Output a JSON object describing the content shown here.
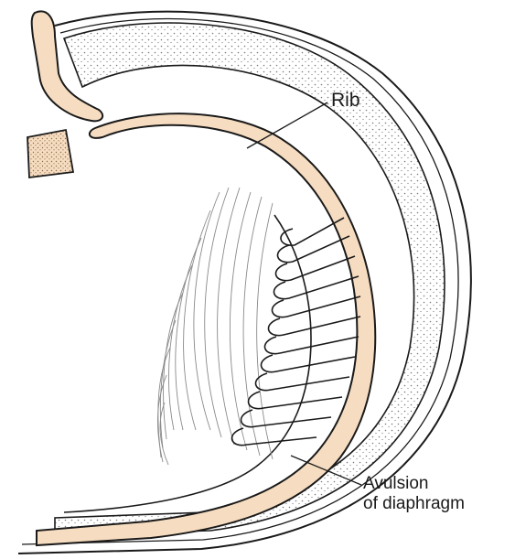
{
  "labels": {
    "rib": "Rib",
    "avulsion_line1": "Avulsion",
    "avulsion_line2": "of diaphragm"
  },
  "colors": {
    "bone": "#f6dcc0",
    "outline": "#1a1a1a",
    "stipple": "#7a7a7a",
    "muscle_hatch": "#8a8a8a",
    "background": "#ffffff"
  }
}
